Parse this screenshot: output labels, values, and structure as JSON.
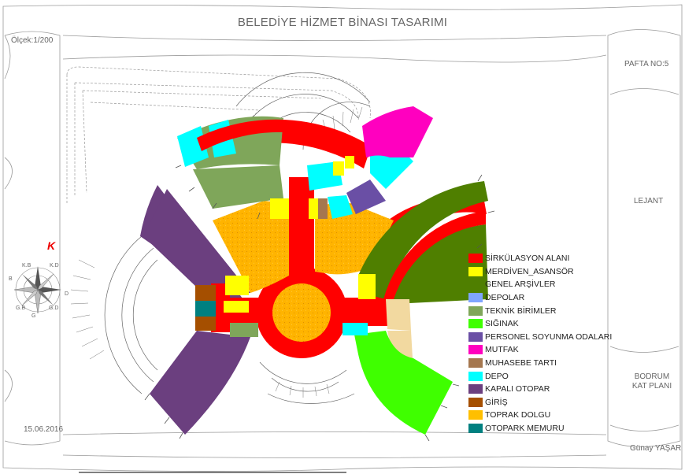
{
  "sheet": {
    "title": "BELEDİYE HİZMET BİNASI TASARIMI",
    "scale": "Ölçek:1/200",
    "sheet_no": "PAFTA NO:5",
    "legend_heading": "LEJANT",
    "plan_name": "BODRUM KAT PLANI",
    "date": "15.06.2016",
    "author": "Günay YAŞAR"
  },
  "compass": {
    "north": "K",
    "labels": [
      "K.B",
      "K.D",
      "B",
      "D",
      "G.B",
      "G",
      "G.D"
    ]
  },
  "legend": [
    {
      "label": "SİRKÜLASYON ALANI",
      "color": "#ff0000"
    },
    {
      "label": "MERDİVEN_ASANSÖR",
      "color": "#ffff00"
    },
    {
      "label": "GENEL ARŞİVLER",
      "color": "#4f7f00"
    },
    {
      "label": "DEPOLAR",
      "color": "#7fa5ff"
    },
    {
      "label": "TEKNİK BİRİMLER",
      "color": "#7fa65a"
    },
    {
      "label": "SIĞINAK",
      "color": "#3fff00"
    },
    {
      "label": "PERSONEL SOYUNMA ODALARI",
      "color": "#6a4fa5"
    },
    {
      "label": "MUTFAK",
      "color": "#ff00bf"
    },
    {
      "label": "MUHASEBE TARTI",
      "color": "#a5774f"
    },
    {
      "label": "DEPO",
      "color": "#00ffff"
    },
    {
      "label": "KAPALI OTOPAR",
      "color": "#6b3f7f"
    },
    {
      "label": "GİRİŞ",
      "color": "#a54f00"
    },
    {
      "label": "TOPRAK DOLGU",
      "color": "#ffbf00"
    },
    {
      "label": "OTOPARK MEMURU",
      "color": "#008080"
    }
  ]
}
